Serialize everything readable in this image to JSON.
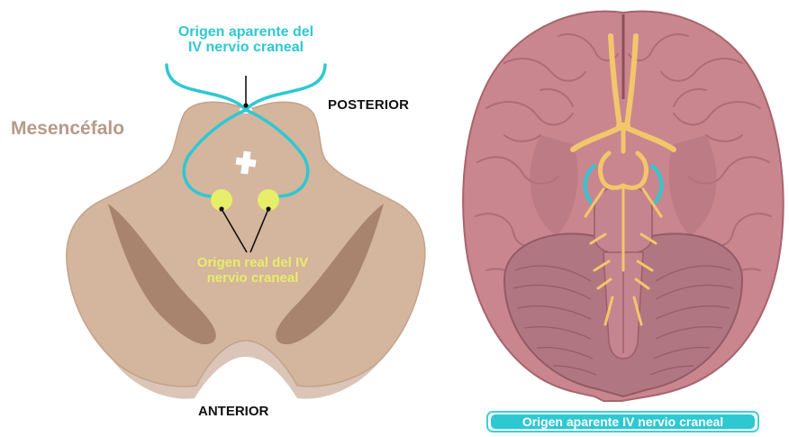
{
  "labels": {
    "origen_aparente_line1": "Origen aparente del",
    "origen_aparente_line2": "IV nervio craneal",
    "posterior": "POSTERIOR",
    "anterior": "ANTERIOR",
    "mesencefalo": "Mesencéfalo",
    "origen_real_line1": "Origen real del IV",
    "origen_real_line2": "nervio craneal",
    "badge": "Origen aparente IV nervio craneal"
  },
  "colors": {
    "midbrain": "#d4b59d",
    "substantia_nigra": "#a8836d",
    "nerve": "#2ec8d2",
    "nucleus": "#e7ee6a",
    "brain": "#c9868f",
    "brain_dark": "#a8646e",
    "vessels": "#f3c66b",
    "cerebellum": "#b07682"
  }
}
